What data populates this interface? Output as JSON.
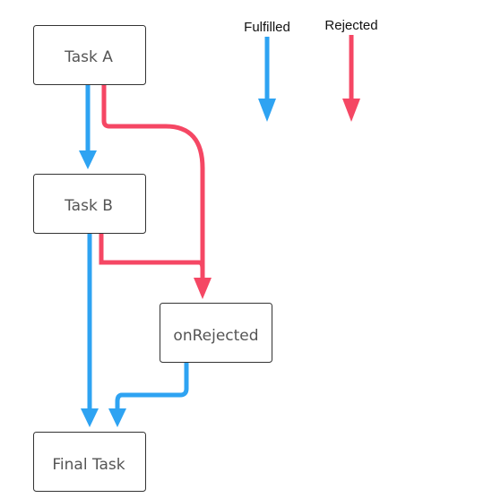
{
  "colors": {
    "fulfilled": "#2ea3f2",
    "rejected": "#f54764",
    "box_border": "#333333",
    "label_text": "#555555"
  },
  "nodes": {
    "task_a": "Task A",
    "task_b": "Task B",
    "on_rejected": "onRejected",
    "final_task": "Final Task"
  },
  "legend": {
    "fulfilled": "Fulfilled",
    "rejected": "Rejected"
  }
}
